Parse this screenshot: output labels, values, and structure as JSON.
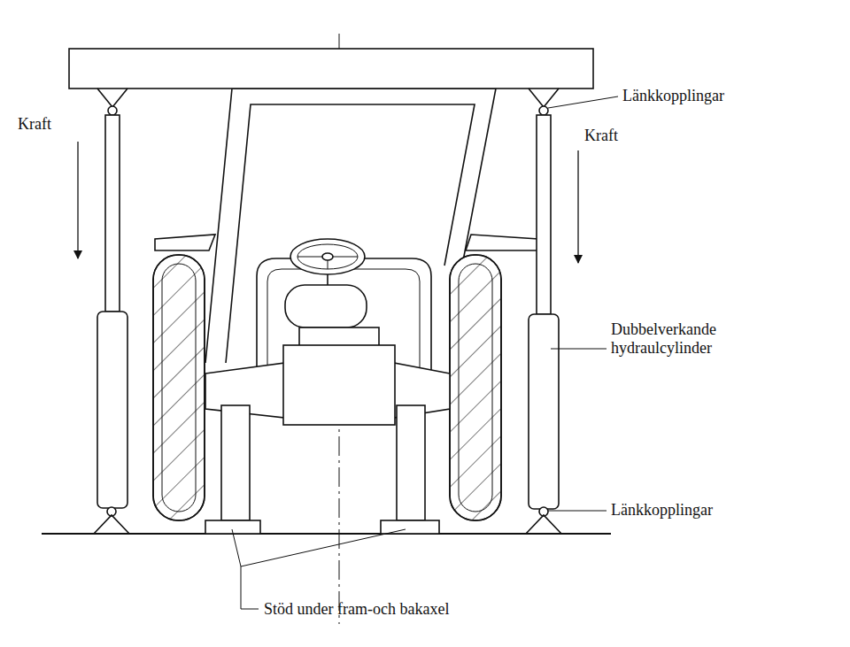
{
  "diagram": {
    "labels": [
      "Länkkopplingar",
      "Kraft",
      "Kraft",
      "Dubbelverkande hydraulcylinder",
      "Länkkopplingar",
      "Stöd under fram-och bakaxel"
    ]
  }
}
